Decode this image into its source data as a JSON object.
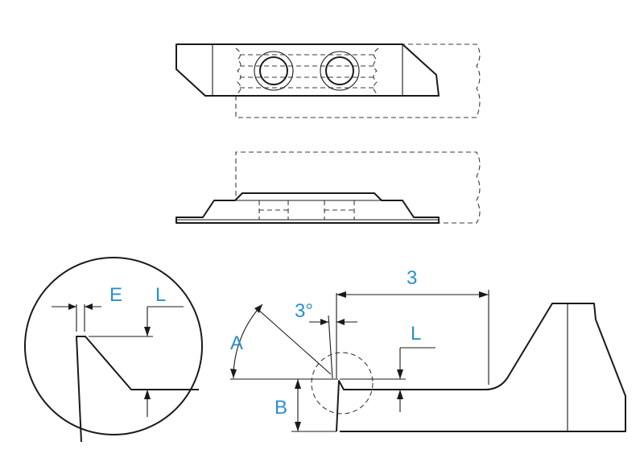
{
  "labels": {
    "e": "E",
    "l_detail": "L",
    "a": "A",
    "three_deg": "3°",
    "dim_3": "3",
    "l_main": "L",
    "b": "B"
  },
  "colors": {
    "label": "#2a8fd0",
    "line": "#1a1a1a",
    "background": "#ffffff"
  }
}
